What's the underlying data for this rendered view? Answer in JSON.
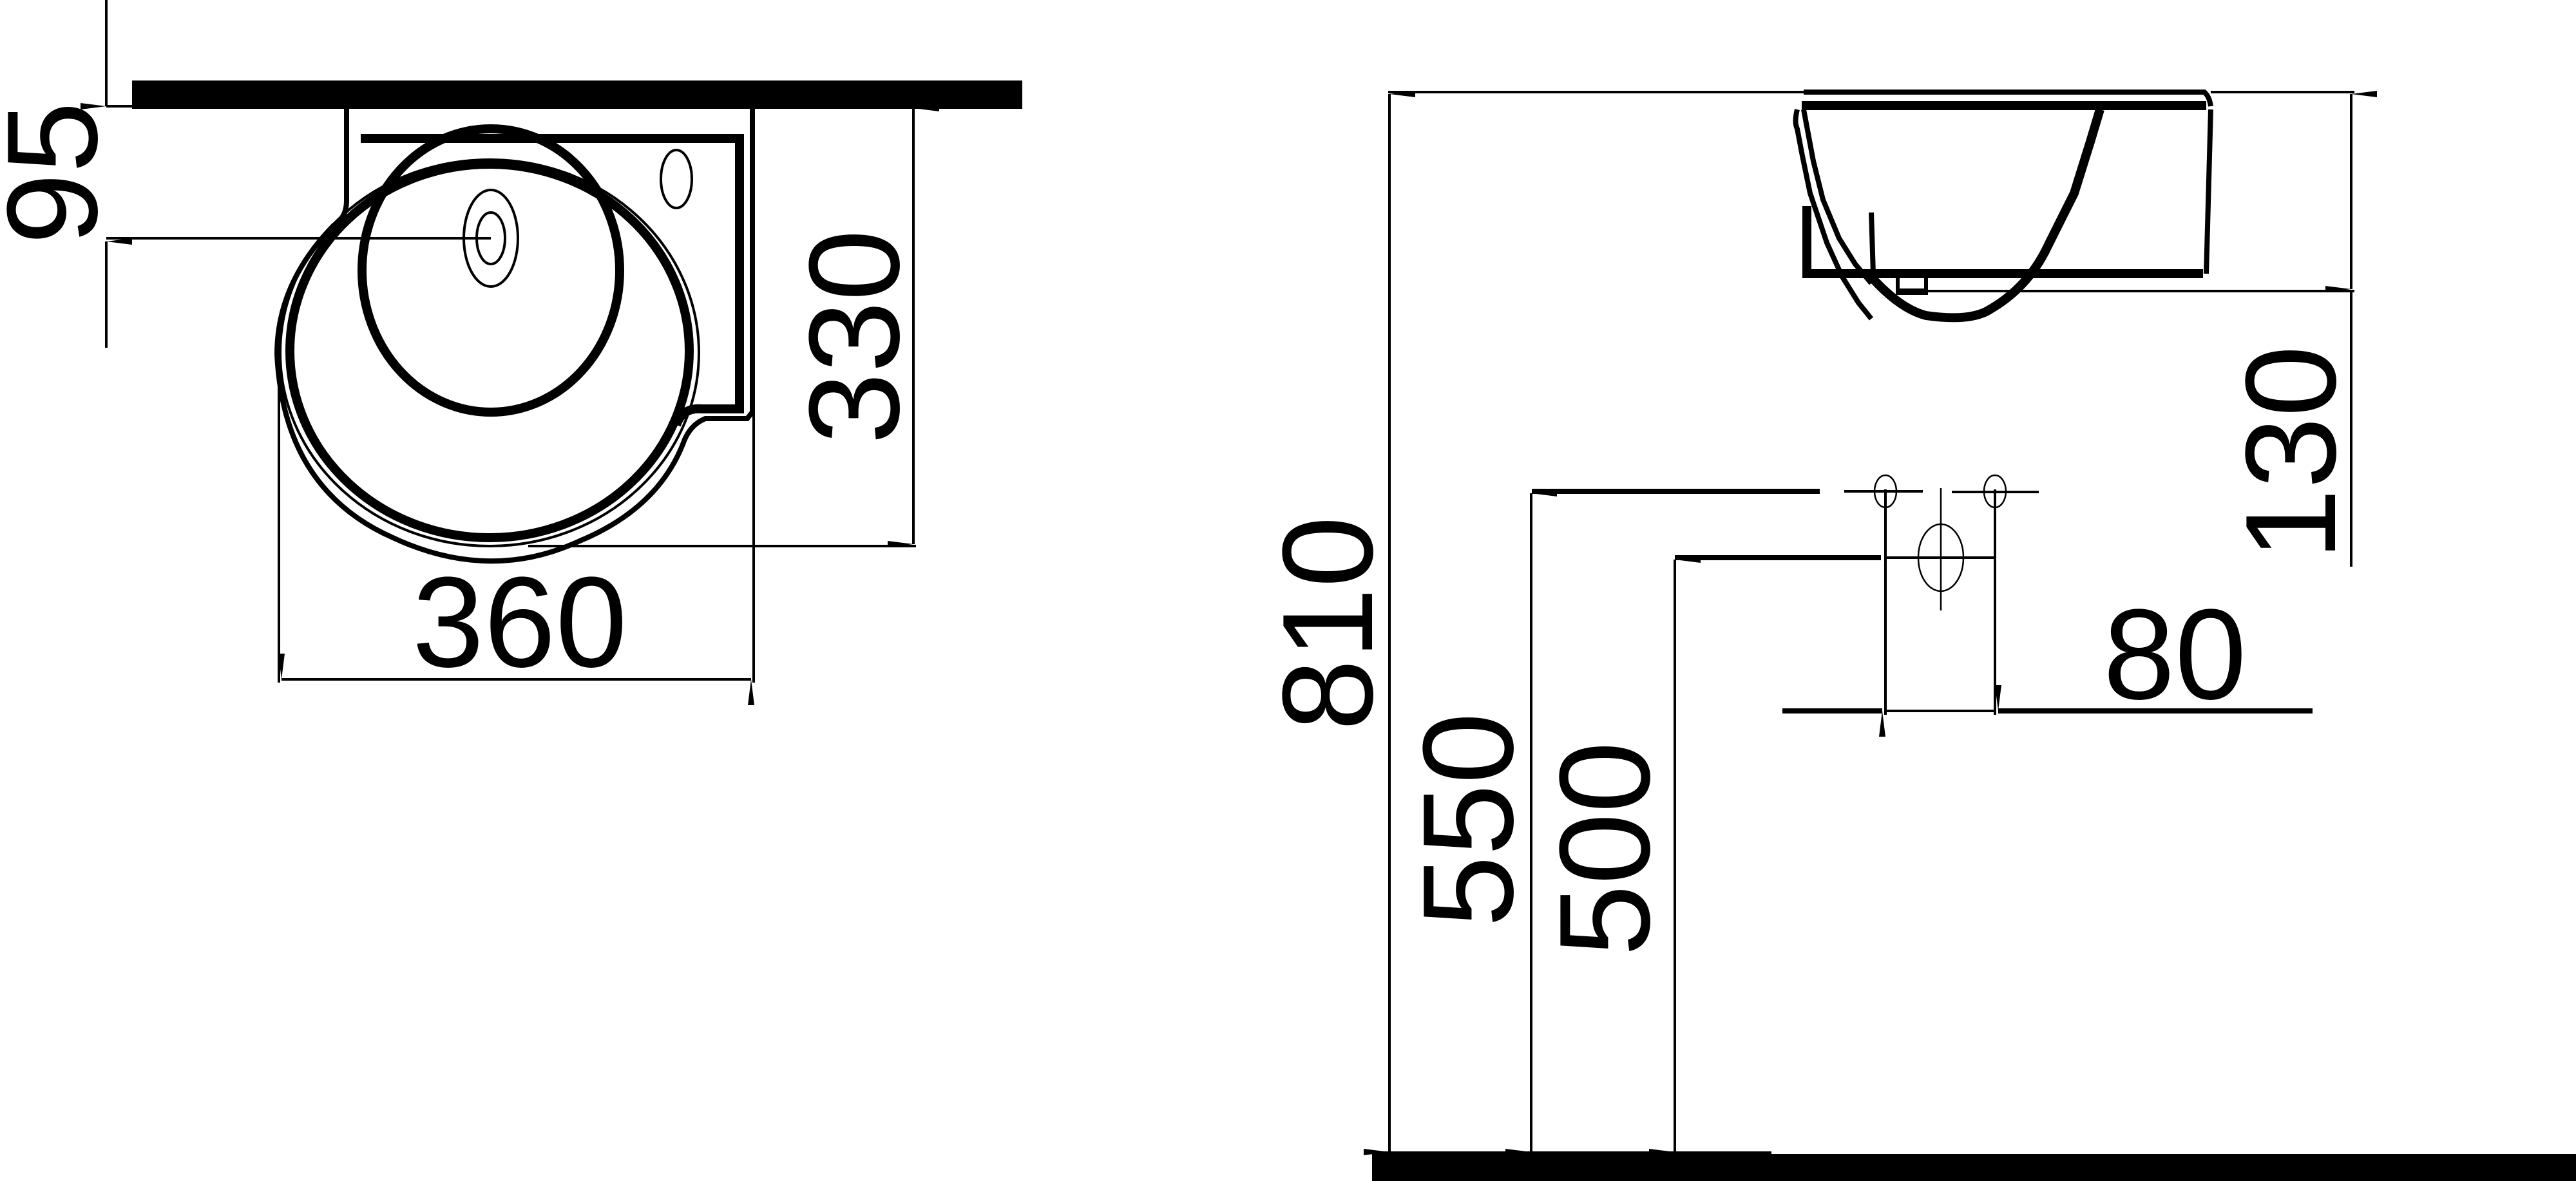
{
  "drawing": {
    "type": "corner washbasin technical drawing",
    "units": "mm",
    "color": "#000000",
    "background": "#ffffff"
  },
  "top_view": {
    "dimensions": {
      "tap_offset": "95",
      "depth": "330",
      "width": "360"
    }
  },
  "side_view": {
    "dimensions": {
      "basin_height": "130",
      "rim_height": "810",
      "supply_height": "550",
      "waste_height": "500",
      "supply_spacing": "80"
    }
  }
}
